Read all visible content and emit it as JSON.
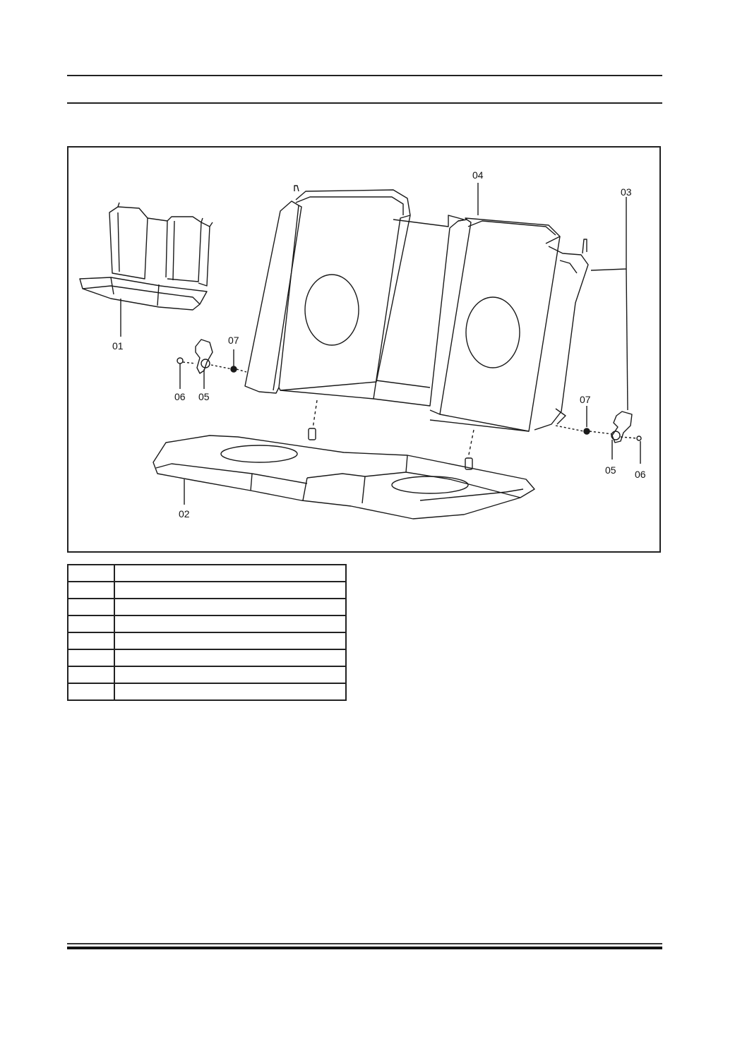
{
  "figure": {
    "callouts": [
      {
        "id": "c01",
        "label": "01"
      },
      {
        "id": "c02",
        "label": "02"
      },
      {
        "id": "c03",
        "label": "03"
      },
      {
        "id": "c04",
        "label": "04"
      },
      {
        "id": "c05a",
        "label": "05"
      },
      {
        "id": "c05b",
        "label": "05"
      },
      {
        "id": "c06a",
        "label": "06"
      },
      {
        "id": "c06b",
        "label": "06"
      },
      {
        "id": "c07a",
        "label": "07"
      },
      {
        "id": "c07b",
        "label": "07"
      }
    ]
  },
  "parts_table": {
    "rows": [
      {
        "num": "",
        "desc": ""
      },
      {
        "num": "",
        "desc": ""
      },
      {
        "num": "",
        "desc": ""
      },
      {
        "num": "",
        "desc": ""
      },
      {
        "num": "",
        "desc": ""
      },
      {
        "num": "",
        "desc": ""
      },
      {
        "num": "",
        "desc": ""
      },
      {
        "num": "",
        "desc": ""
      }
    ]
  }
}
